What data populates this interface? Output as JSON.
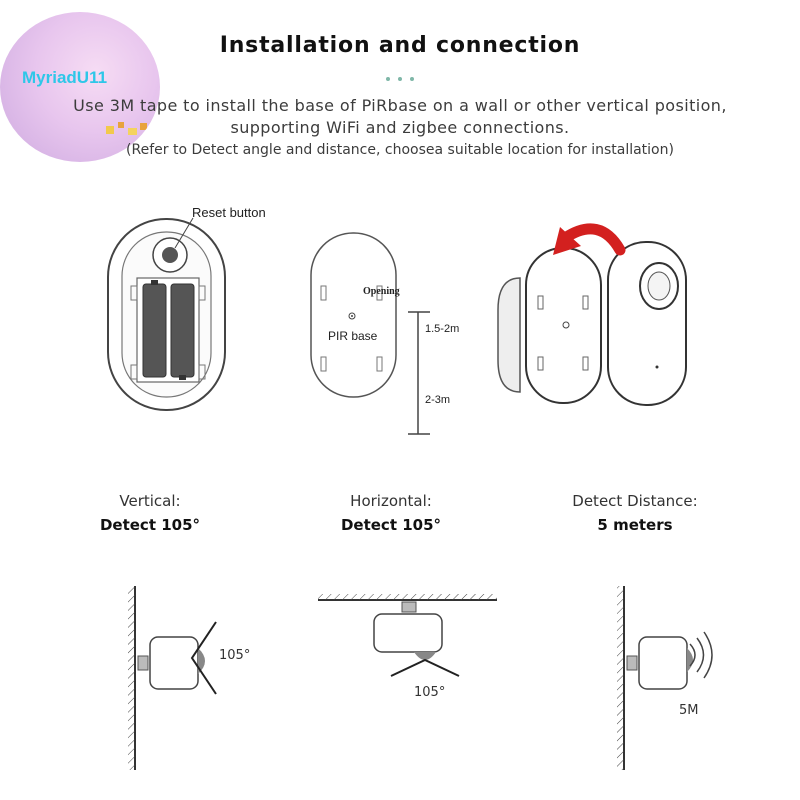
{
  "watermark": {
    "text": "MyriadU11"
  },
  "header": {
    "title": "Installation and connection",
    "line1": "Use 3M tape to install the base of PiRbase on a wall or other vertical position,",
    "line2": "supporting WiFi and zigbee connections.",
    "line3": "(Refer to Detect angle and distance, choosea suitable location for installation)"
  },
  "diagram": {
    "reset_label": "Reset button",
    "opening_label": "Opening",
    "pir_base_label": "PIR base",
    "height_upper": "1.5-2m",
    "height_lower": "2-3m"
  },
  "specs": [
    {
      "heading": "Vertical:",
      "value": "Detect 105°"
    },
    {
      "heading": "Horizontal:",
      "value": "Detect 105°"
    },
    {
      "heading": "Detect Distance:",
      "value": "5 meters"
    }
  ],
  "illustrations": {
    "vertical_angle": "105°",
    "horizontal_angle": "105°",
    "distance": "5M"
  },
  "colors": {
    "arrow": "#d3201f",
    "watermark_text": "#2ec7e8",
    "line": "#333333"
  }
}
